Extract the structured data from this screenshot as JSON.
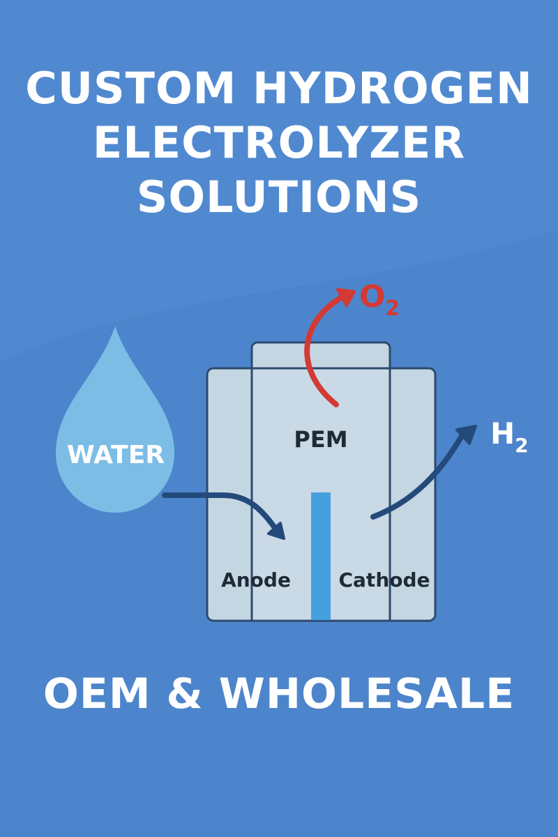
{
  "title": {
    "lines": [
      "CUSTOM HYDROGEN",
      "ELECTROLYZER",
      "SOLUTIONS"
    ]
  },
  "diagram": {
    "water_label": "WATER",
    "pem_label": "PEM",
    "anode_label": "Anode",
    "cathode_label": "Cathode",
    "oxygen": {
      "symbol": "O",
      "subscript": "2"
    },
    "hydrogen": {
      "symbol": "H",
      "subscript": "2"
    }
  },
  "footer": {
    "text": "OEM & WHOLESALE"
  },
  "colors": {
    "background": "#5089d0",
    "cell_fill": "#c5d6e3",
    "cell_stroke": "#2c4a6e",
    "membrane": "#45a1de",
    "oxygen_arrow": "#d23a33",
    "flow_arrow": "#234a7a",
    "water_drop": "#7cbde6"
  }
}
